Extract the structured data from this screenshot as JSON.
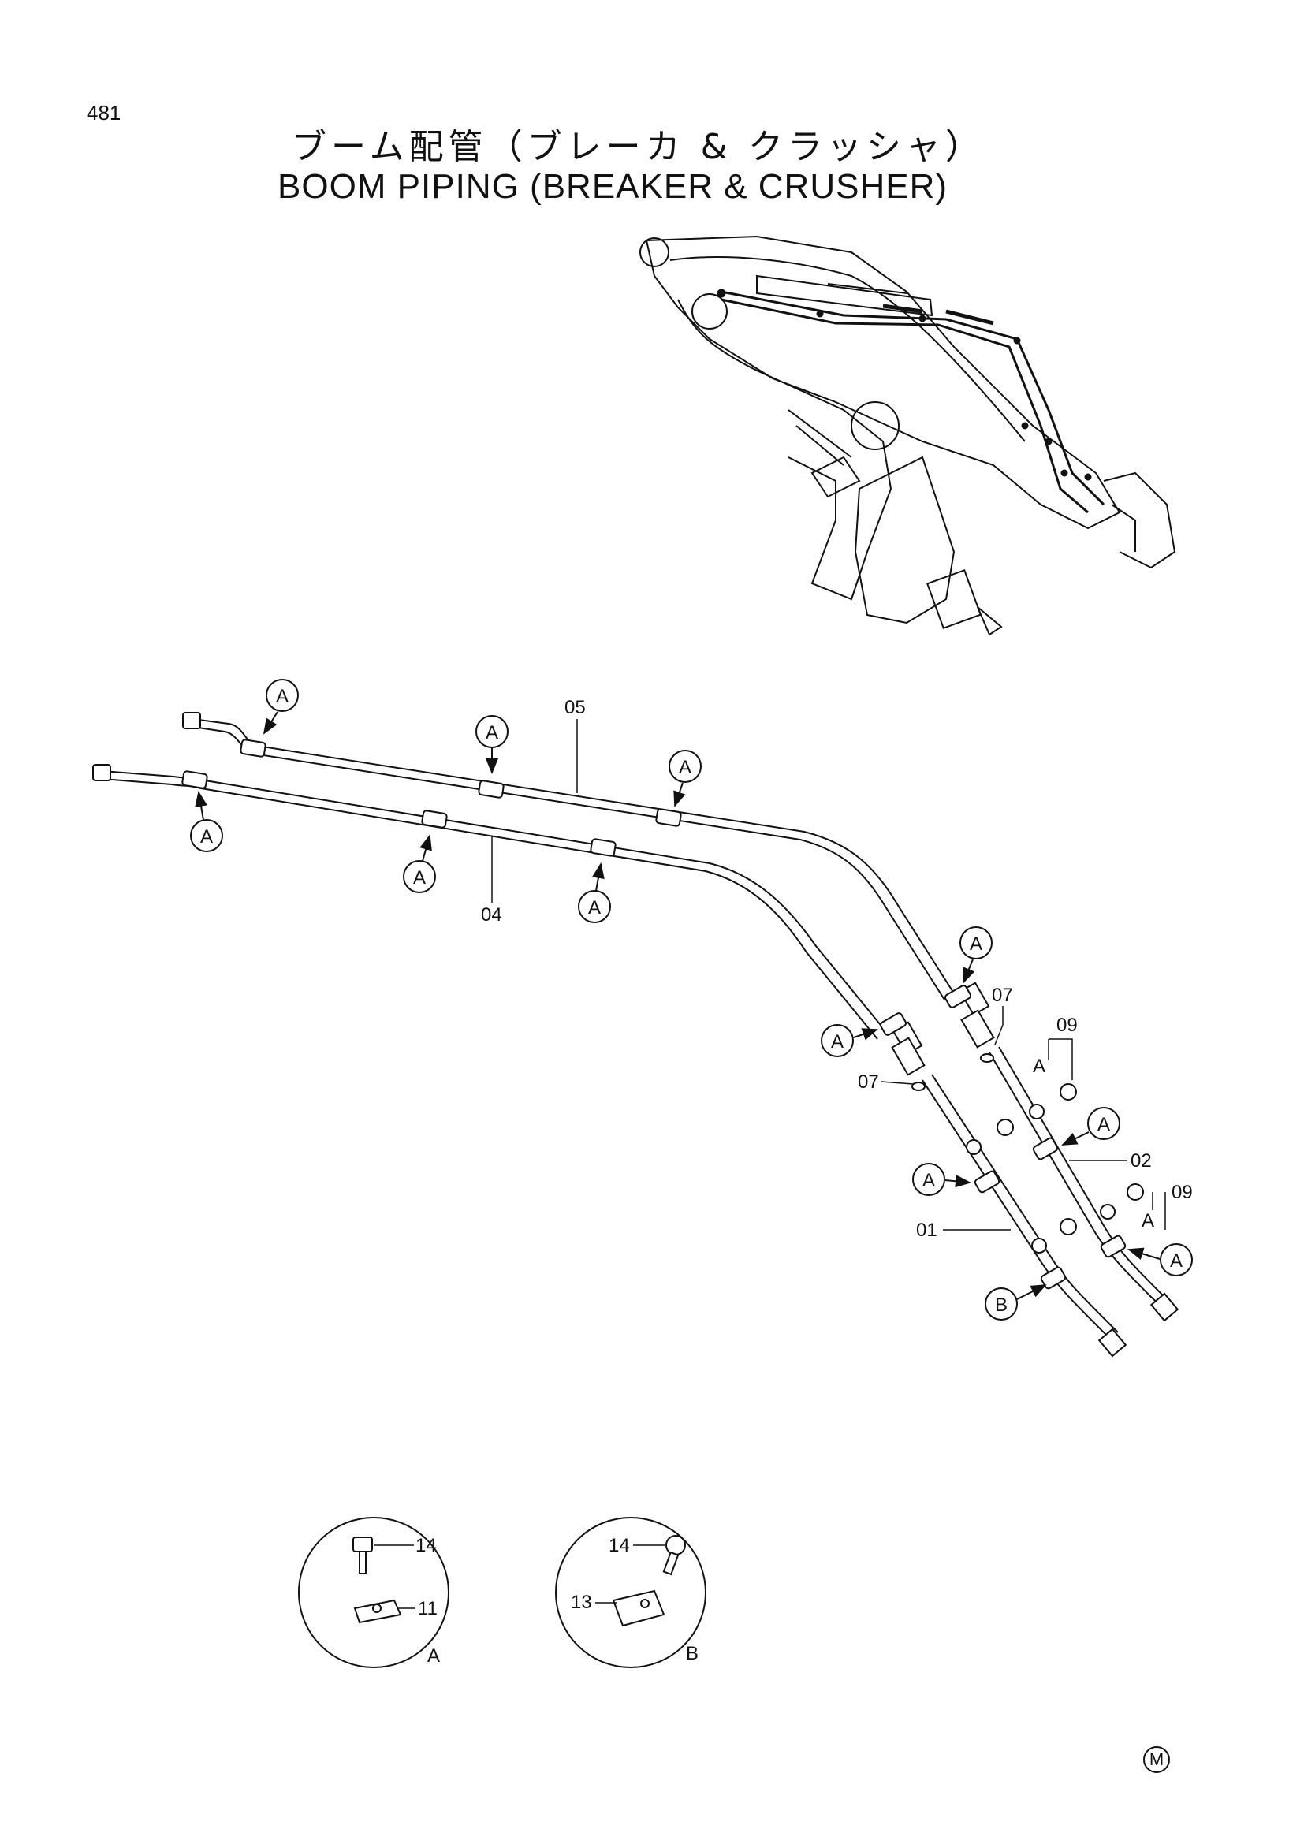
{
  "page_number": "481",
  "title_jp": "ブーム配管（ブレーカ & クラッシャ）",
  "title_en": "BOOM PIPING (BREAKER & CRUSHER)",
  "callout_letters": {
    "a": "A",
    "b": "B"
  },
  "part_numbers": {
    "p01": "01",
    "p02": "02",
    "p04": "04",
    "p05": "05",
    "p07": "07",
    "p09": "09",
    "p11": "11",
    "p13": "13",
    "p14": "14"
  },
  "detail_labels": {
    "detail_a": "A",
    "detail_b": "B"
  },
  "corner_mark": "M"
}
